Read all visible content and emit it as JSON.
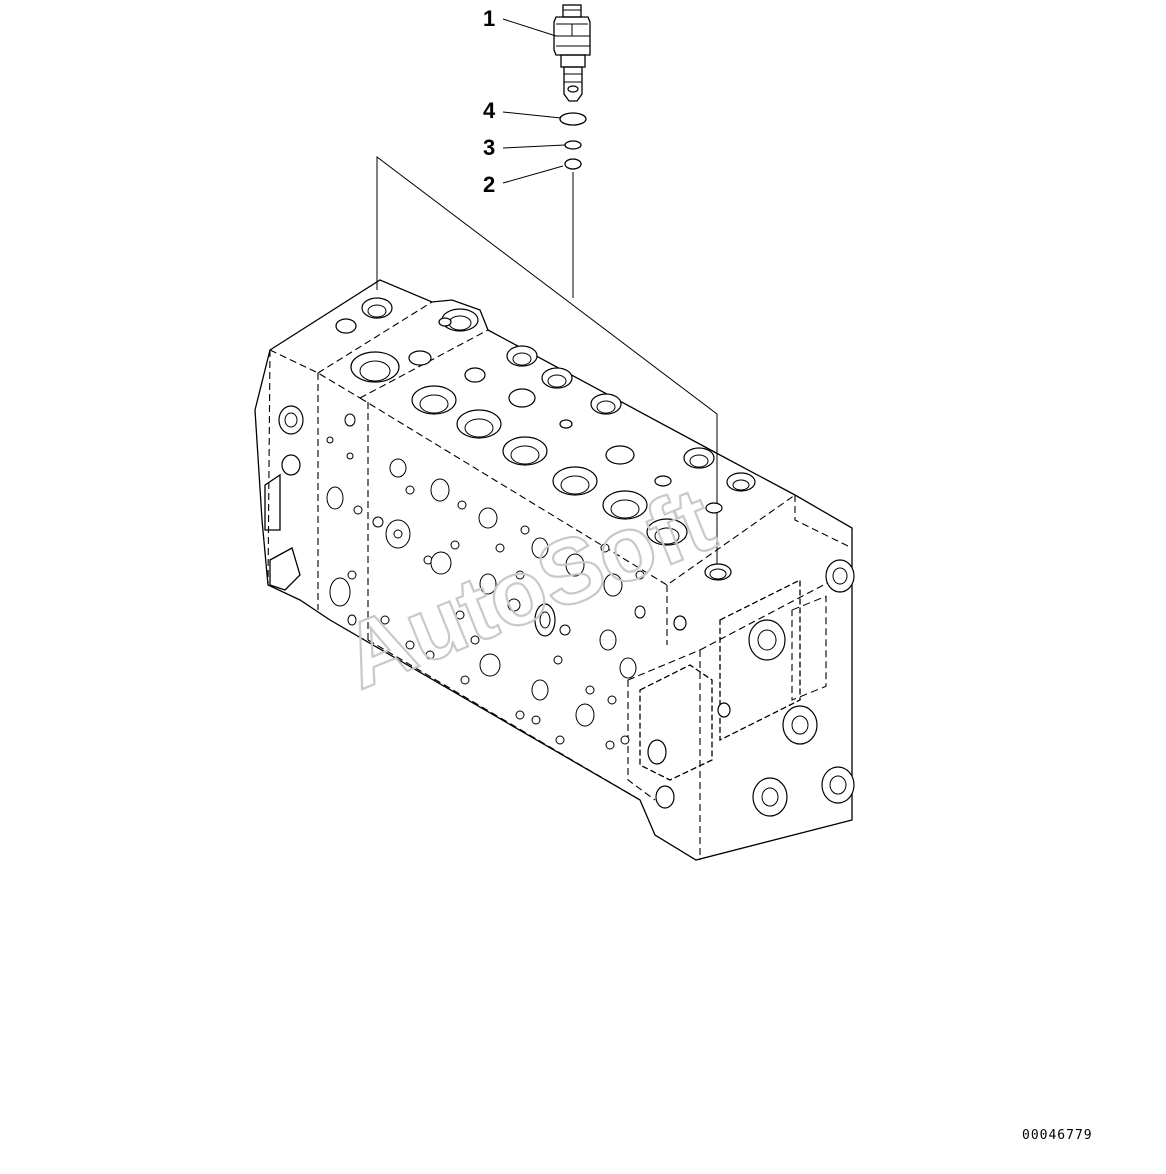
{
  "diagram": {
    "callouts": [
      {
        "number": "1"
      },
      {
        "number": "4"
      },
      {
        "number": "3"
      },
      {
        "number": "2"
      }
    ],
    "watermark": "AutoSoft",
    "document_number": "00046779"
  }
}
